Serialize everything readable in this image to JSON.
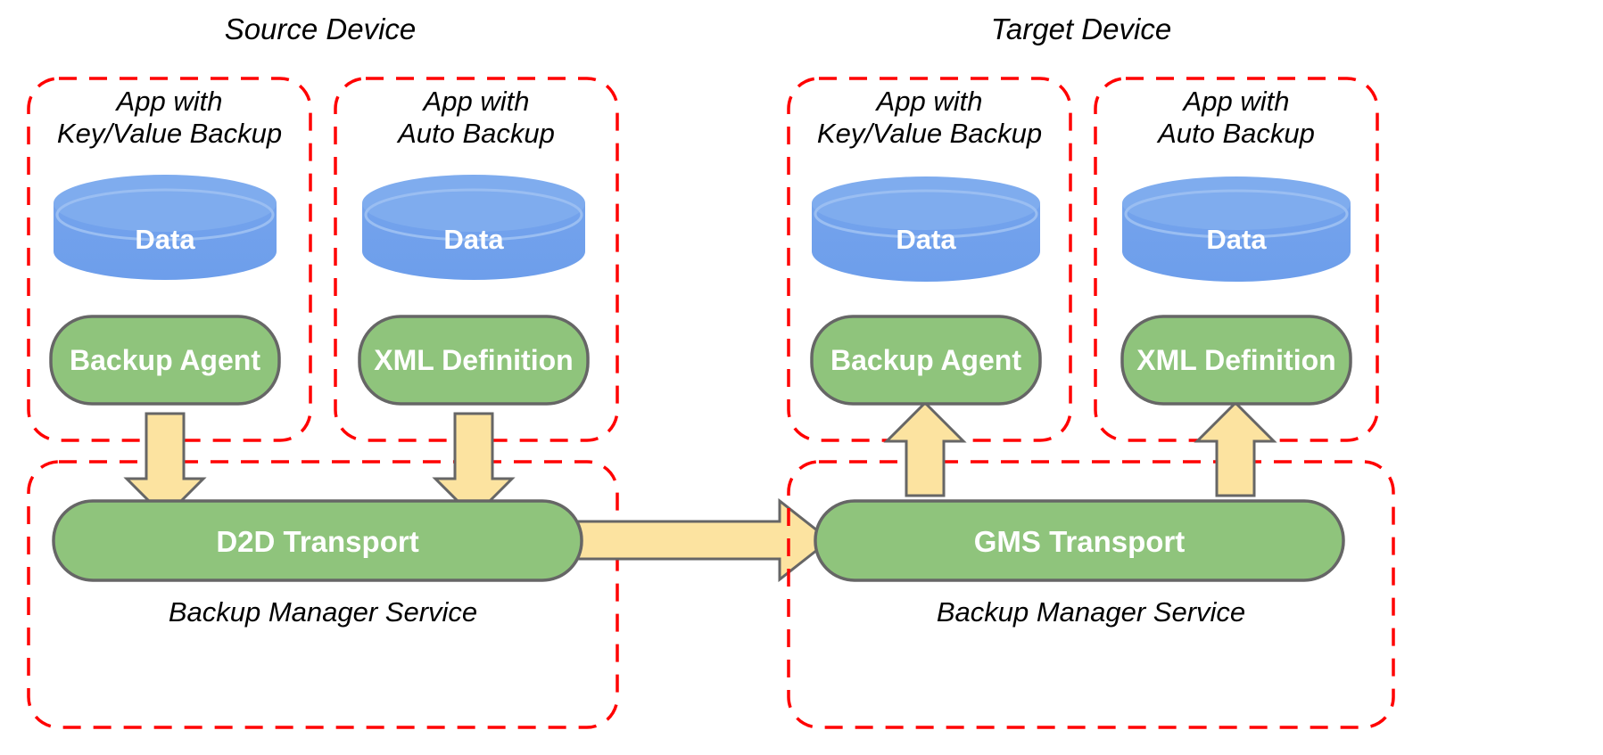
{
  "diagram": {
    "title_source": "Source Device",
    "title_target": "Target Device",
    "colors": {
      "dashed_border": "#ff0000",
      "cylinder_fill": "#6D9EEB",
      "cylinder_top": "#7FACEE",
      "pill_fill": "#8FC47C",
      "pill_stroke": "#666666",
      "arrow_fill": "#FCE3A0",
      "arrow_stroke": "#666666",
      "text_on_shape": "#ffffff",
      "label_text": "#000000",
      "background": "#ffffff"
    }
  },
  "source_device": {
    "title": "Source Device",
    "apps": [
      {
        "label_line1": "App with",
        "label_line2": "Key/Value Backup",
        "data_label": "Data",
        "component_label": "Backup Agent"
      },
      {
        "label_line1": "App with",
        "label_line2": "Auto Backup",
        "data_label": "Data",
        "component_label": "XML Definition"
      }
    ],
    "service": {
      "transport_label": "D2D Transport",
      "service_label": "Backup Manager Service"
    }
  },
  "target_device": {
    "title": "Target Device",
    "apps": [
      {
        "label_line1": "App with",
        "label_line2": "Key/Value Backup",
        "data_label": "Data",
        "component_label": "Backup Agent"
      },
      {
        "label_line1": "App with",
        "label_line2": "Auto Backup",
        "data_label": "Data",
        "component_label": "XML Definition"
      }
    ],
    "service": {
      "transport_label": "GMS Transport",
      "service_label": "Backup Manager Service"
    }
  },
  "flows": [
    {
      "name": "backup-agent-to-d2d",
      "direction": "down"
    },
    {
      "name": "xml-definition-to-d2d",
      "direction": "down"
    },
    {
      "name": "d2d-to-gms",
      "direction": "right"
    },
    {
      "name": "gms-to-backup-agent",
      "direction": "up"
    },
    {
      "name": "gms-to-xml-definition",
      "direction": "up"
    }
  ]
}
